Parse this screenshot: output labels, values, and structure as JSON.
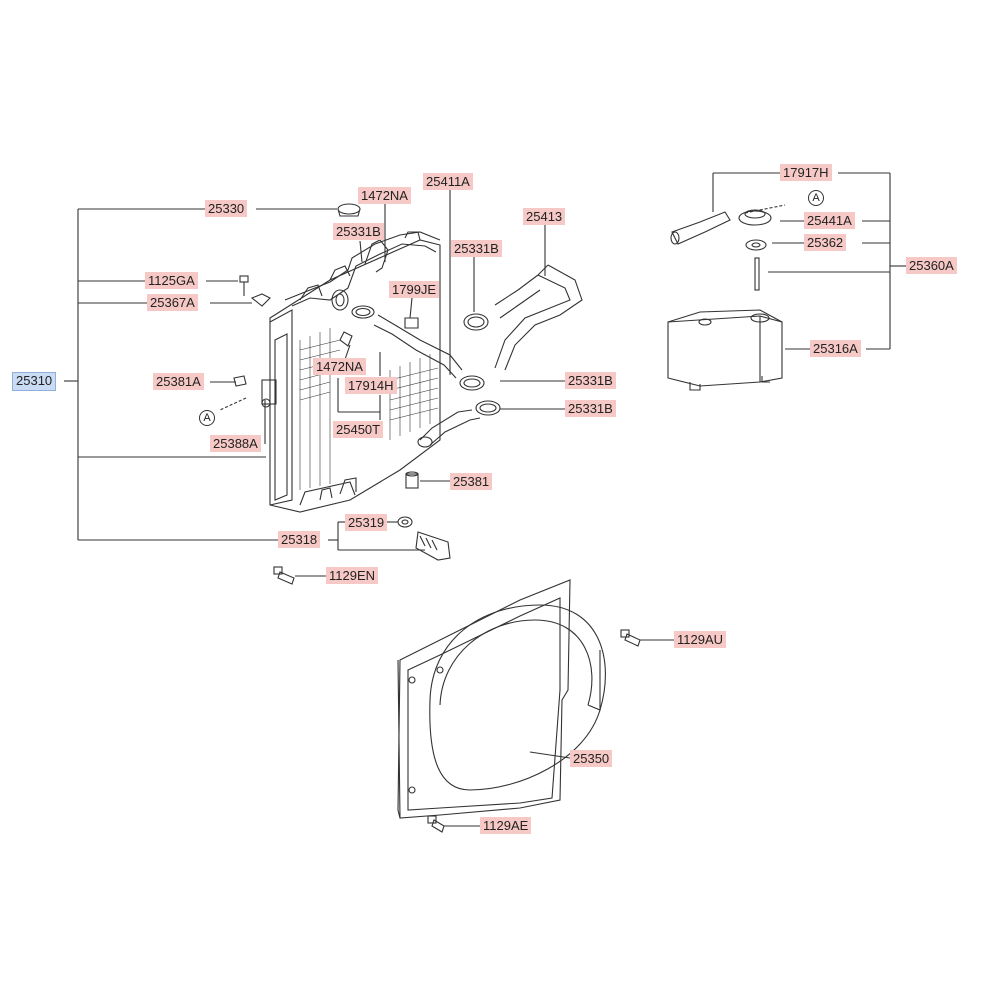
{
  "colors": {
    "label_bg": "#f7c9c6",
    "selected_bg": "#c9dcf3",
    "line": "#333333"
  },
  "labels": [
    {
      "id": "25310",
      "text": "25310",
      "selected": true
    },
    {
      "id": "25330",
      "text": "25330"
    },
    {
      "id": "1472NA_top",
      "text": "1472NA"
    },
    {
      "id": "25411A",
      "text": "25411A"
    },
    {
      "id": "25331B_a",
      "text": "25331B"
    },
    {
      "id": "25331B_b",
      "text": "25331B"
    },
    {
      "id": "25413",
      "text": "25413"
    },
    {
      "id": "1125GA",
      "text": "1125GA"
    },
    {
      "id": "25367A",
      "text": "25367A"
    },
    {
      "id": "1799JE",
      "text": "1799JE"
    },
    {
      "id": "25381A",
      "text": "25381A"
    },
    {
      "id": "1472NA_mid",
      "text": "1472NA"
    },
    {
      "id": "17914H",
      "text": "17914H"
    },
    {
      "id": "25331B_c",
      "text": "25331B"
    },
    {
      "id": "25331B_d",
      "text": "25331B"
    },
    {
      "id": "25388A",
      "text": "25388A"
    },
    {
      "id": "25450T",
      "text": "25450T"
    },
    {
      "id": "25381",
      "text": "25381"
    },
    {
      "id": "25319",
      "text": "25319"
    },
    {
      "id": "25318",
      "text": "25318"
    },
    {
      "id": "1129EN",
      "text": "1129EN"
    },
    {
      "id": "1129AU",
      "text": "1129AU"
    },
    {
      "id": "25350",
      "text": "25350"
    },
    {
      "id": "1129AE",
      "text": "1129AE"
    },
    {
      "id": "17917H",
      "text": "17917H"
    },
    {
      "id": "25441A",
      "text": "25441A"
    },
    {
      "id": "25362",
      "text": "25362"
    },
    {
      "id": "25360A",
      "text": "25360A"
    },
    {
      "id": "25316A",
      "text": "25316A"
    }
  ],
  "markers": [
    {
      "id": "A_left",
      "text": "A"
    },
    {
      "id": "A_right",
      "text": "A"
    }
  ]
}
